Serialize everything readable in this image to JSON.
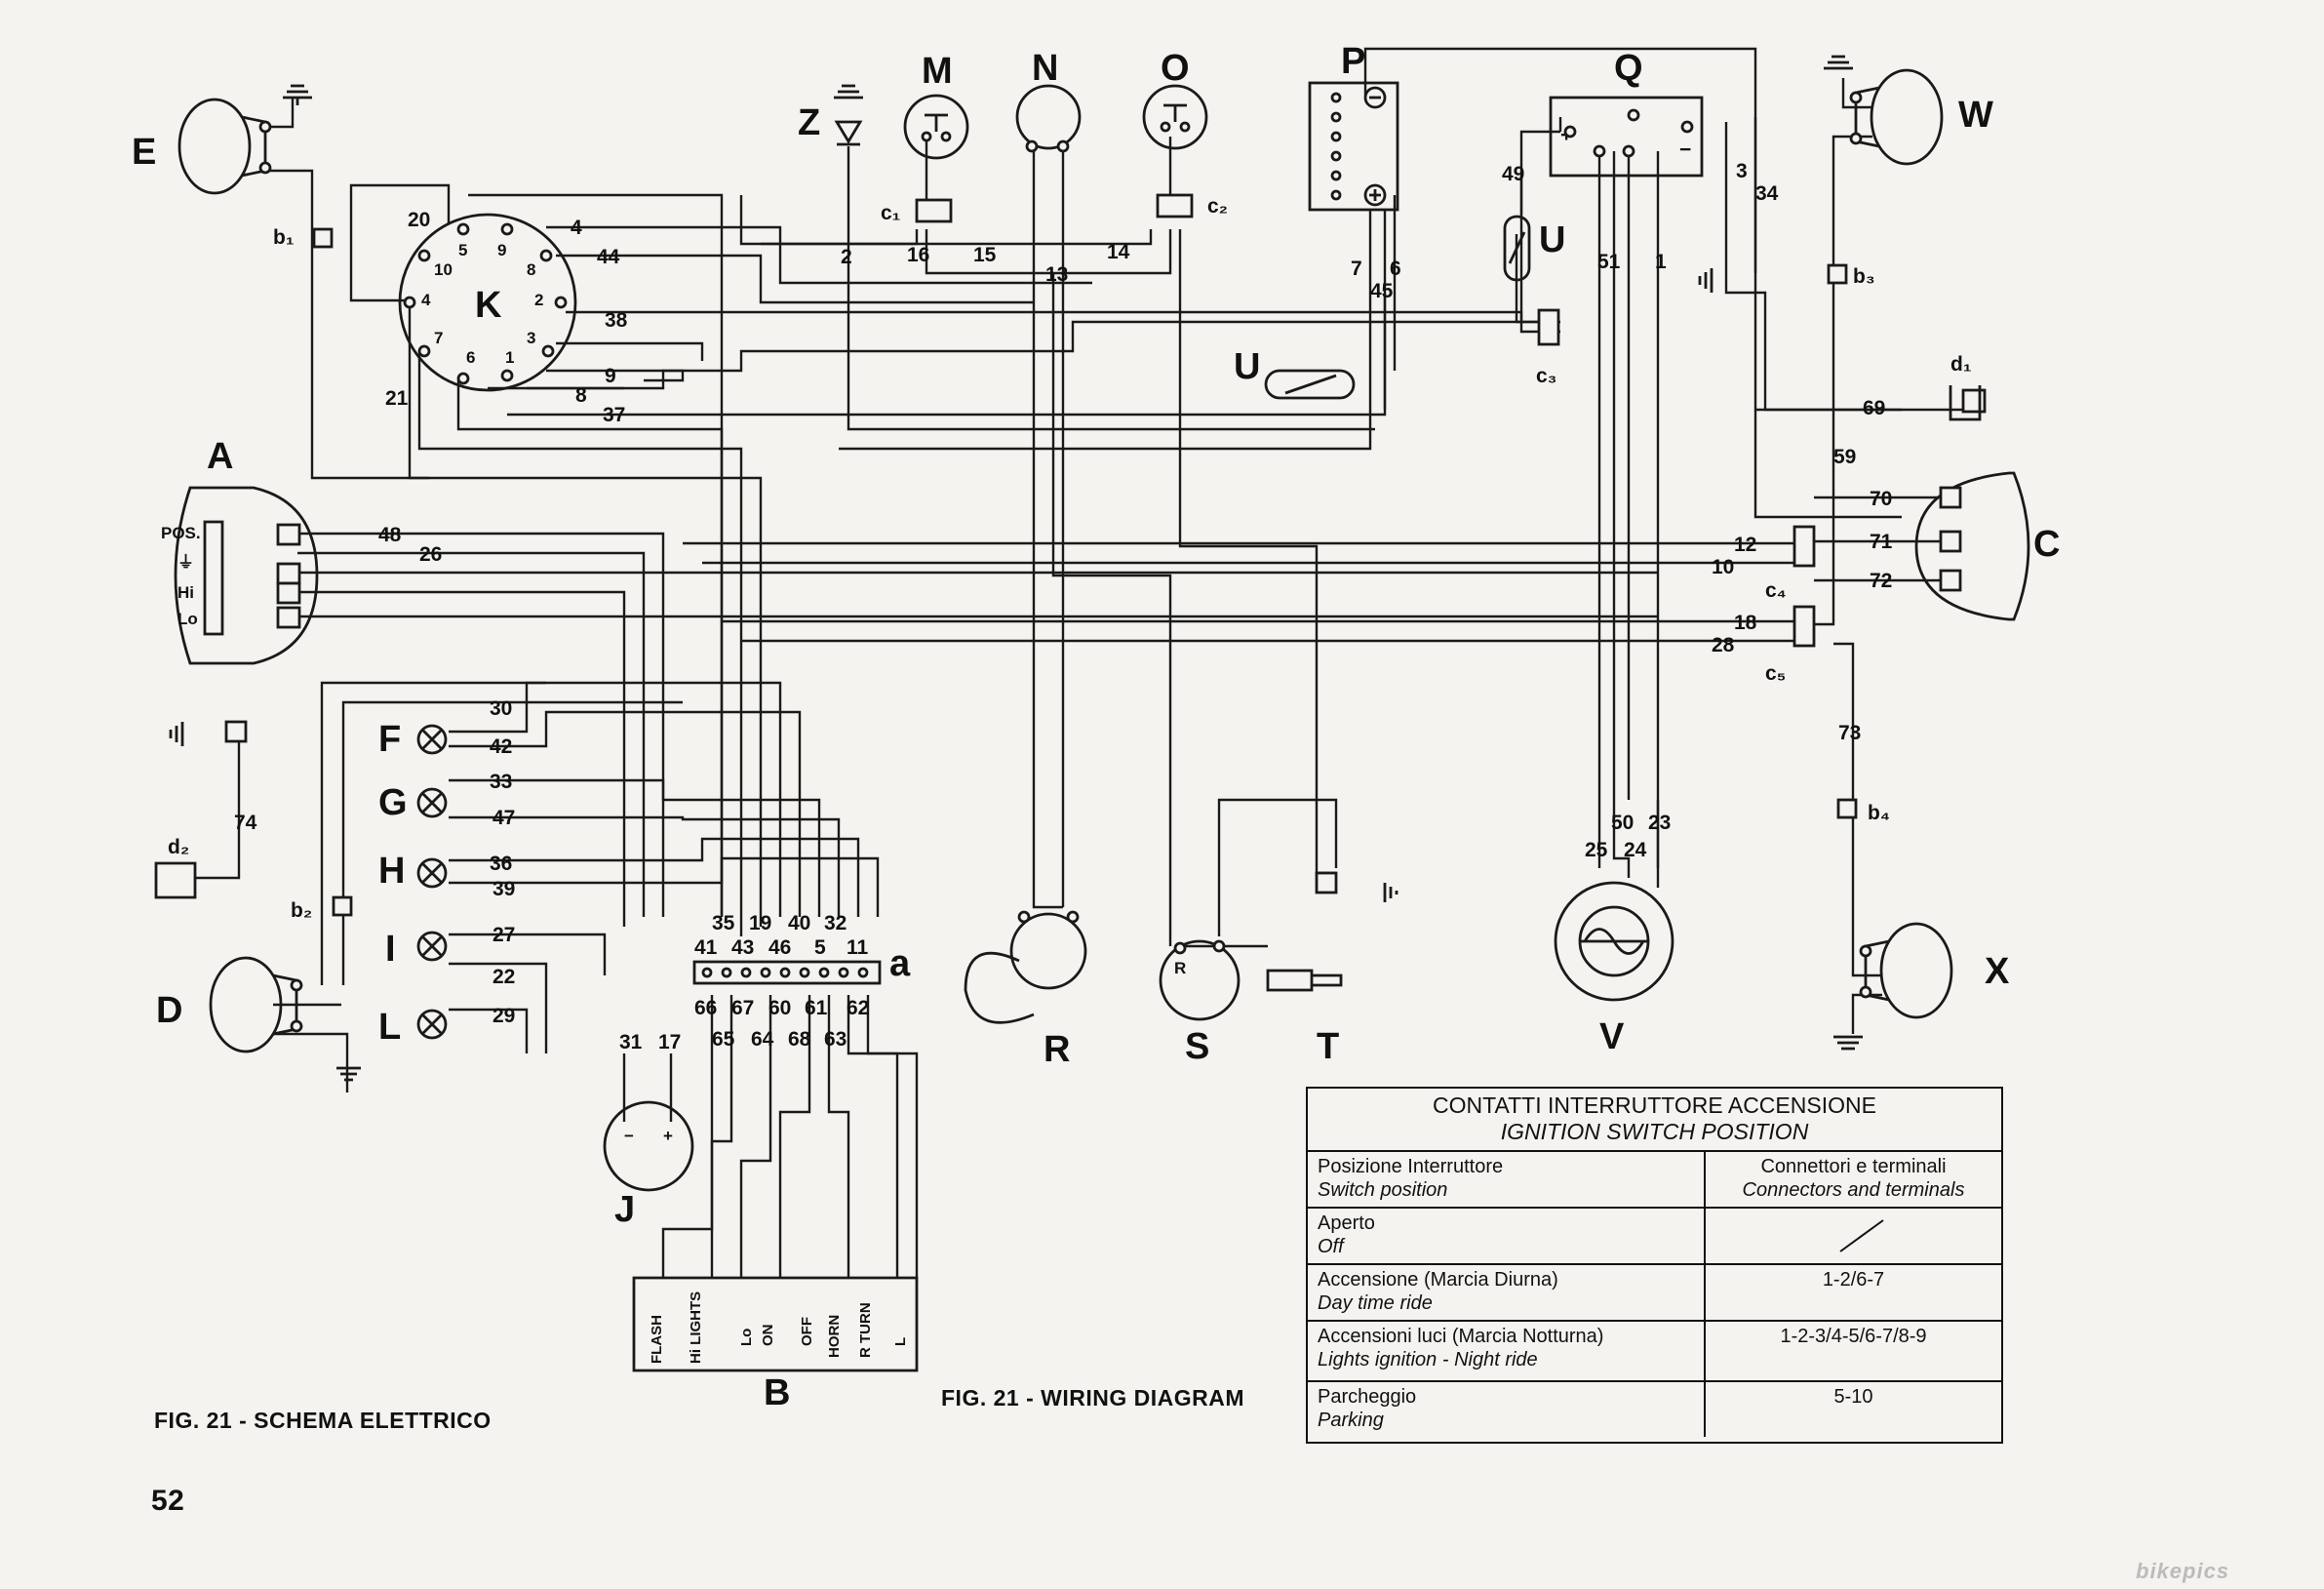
{
  "components": {
    "A": "A",
    "B": "B",
    "C": "C",
    "D": "D",
    "E": "E",
    "F": "F",
    "G": "G",
    "H": "H",
    "I": "I",
    "J": "J",
    "K": "K",
    "L": "L",
    "M": "M",
    "N": "N",
    "O": "O",
    "P": "P",
    "Q": "Q",
    "R": "R",
    "S": "S",
    "T": "T",
    "U1": "U",
    "U2": "U",
    "V": "V",
    "W": "W",
    "X": "X",
    "Z": "Z",
    "a": "a"
  },
  "connectors": {
    "b1": "b₁",
    "b2": "b₂",
    "b3": "b₃",
    "b4": "b₄",
    "c1": "c₁",
    "c2": "c₂",
    "c3": "c₃",
    "c4": "c₄",
    "c5": "c₅",
    "d1": "d₁",
    "d2": "d₂"
  },
  "switch_A_labels": [
    "POS.",
    "⏚",
    "Hi",
    "Lo"
  ],
  "switch_B_labels": [
    "FLASH",
    "Hi LIGHTS",
    "Lo",
    "ON",
    "OFF",
    "HORN",
    "R TURN",
    "L"
  ],
  "k_pins": [
    "5",
    "9",
    "8",
    "2",
    "3",
    "1",
    "6",
    "7",
    "4",
    "10"
  ],
  "wire_numbers": {
    "w4": "4",
    "w44": "44",
    "w38": "38",
    "w9": "9",
    "w8": "8",
    "w37": "37",
    "w20": "20",
    "w21": "21",
    "w2": "2",
    "w16": "16",
    "w15": "15",
    "w13": "13",
    "w14": "14",
    "w7": "7",
    "w45": "45",
    "w6": "6",
    "w49": "49",
    "w51": "51",
    "w1": "1",
    "w3": "3",
    "w34": "34",
    "w69": "69",
    "w59": "59",
    "w70": "70",
    "w71": "71",
    "w72": "72",
    "w12": "12",
    "w10": "10",
    "w18": "18",
    "w28": "28",
    "w73": "73",
    "w48": "48",
    "w26": "26",
    "w30": "30",
    "w42": "42",
    "w33": "33",
    "w47": "47",
    "w36": "36",
    "w39": "39",
    "w27": "27",
    "w22": "22",
    "w29": "29",
    "w74": "74",
    "w31": "31",
    "w17": "17",
    "w35": "35",
    "w19": "19",
    "w40": "40",
    "w32": "32",
    "w41": "41",
    "w43": "43",
    "w46": "46",
    "w5": "5",
    "w11": "11",
    "w66": "66",
    "w67": "67",
    "w60": "60",
    "w61": "61",
    "w62": "62",
    "w65": "65",
    "w64": "64",
    "w68": "68",
    "w63": "63",
    "w50": "50",
    "w23": "23",
    "w25": "25",
    "w24": "24"
  },
  "caption_it": "FIG. 21 - SCHEMA ELETTRICO",
  "caption_en": "FIG. 21 - WIRING DIAGRAM",
  "page_number": "52",
  "watermark": "bikepics",
  "ignition_table": {
    "title_it": "CONTATTI INTERRUTTORE ACCENSIONE",
    "title_en": "IGNITION SWITCH POSITION",
    "header": {
      "col1_it": "Posizione Interruttore",
      "col1_en": "Switch position",
      "col2_it": "Connettori e terminali",
      "col2_en": "Connectors and terminals"
    },
    "rows": [
      {
        "it": "Aperto",
        "en": "Off",
        "value": "/"
      },
      {
        "it": "Accensione (Marcia Diurna)",
        "en": "Day time ride",
        "value": "1-2/6-7"
      },
      {
        "it": "Accensioni luci (Marcia Notturna)",
        "en": "Lights ignition - Night ride",
        "value": "1-2-3/4-5/6-7/8-9"
      },
      {
        "it": "Parcheggio",
        "en": "Parking",
        "value": "5-10"
      }
    ]
  }
}
